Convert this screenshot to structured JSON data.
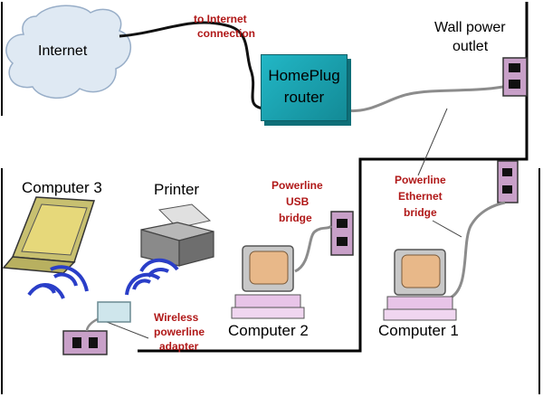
{
  "labels": {
    "internet": "Internet",
    "to_internet": "to Internet",
    "connection": "connection",
    "router_line1": "HomePlug",
    "router_line2": "router",
    "wall_line1": "Wall power",
    "wall_line2": "outlet",
    "computer3": "Computer 3",
    "printer": "Printer",
    "usb_line1": "Powerline",
    "usb_line2": "USB",
    "usb_line3": "bridge",
    "eth_line1": "Powerline",
    "eth_line2": "Ethernet",
    "eth_line3": "bridge",
    "computer2": "Computer 2",
    "computer1": "Computer 1",
    "wireless_line1": "Wireless",
    "wireless_line2": "powerline",
    "wireless_line3": "adapter"
  },
  "colors": {
    "red_label": "#b01818",
    "router": "#1aa5b3",
    "outlet": "#c8a0c8",
    "monitor_screen": "#e8b889",
    "keyboard": "#e8c4e8",
    "laptop": "#c8c070",
    "wave": "#2a3ec8"
  }
}
